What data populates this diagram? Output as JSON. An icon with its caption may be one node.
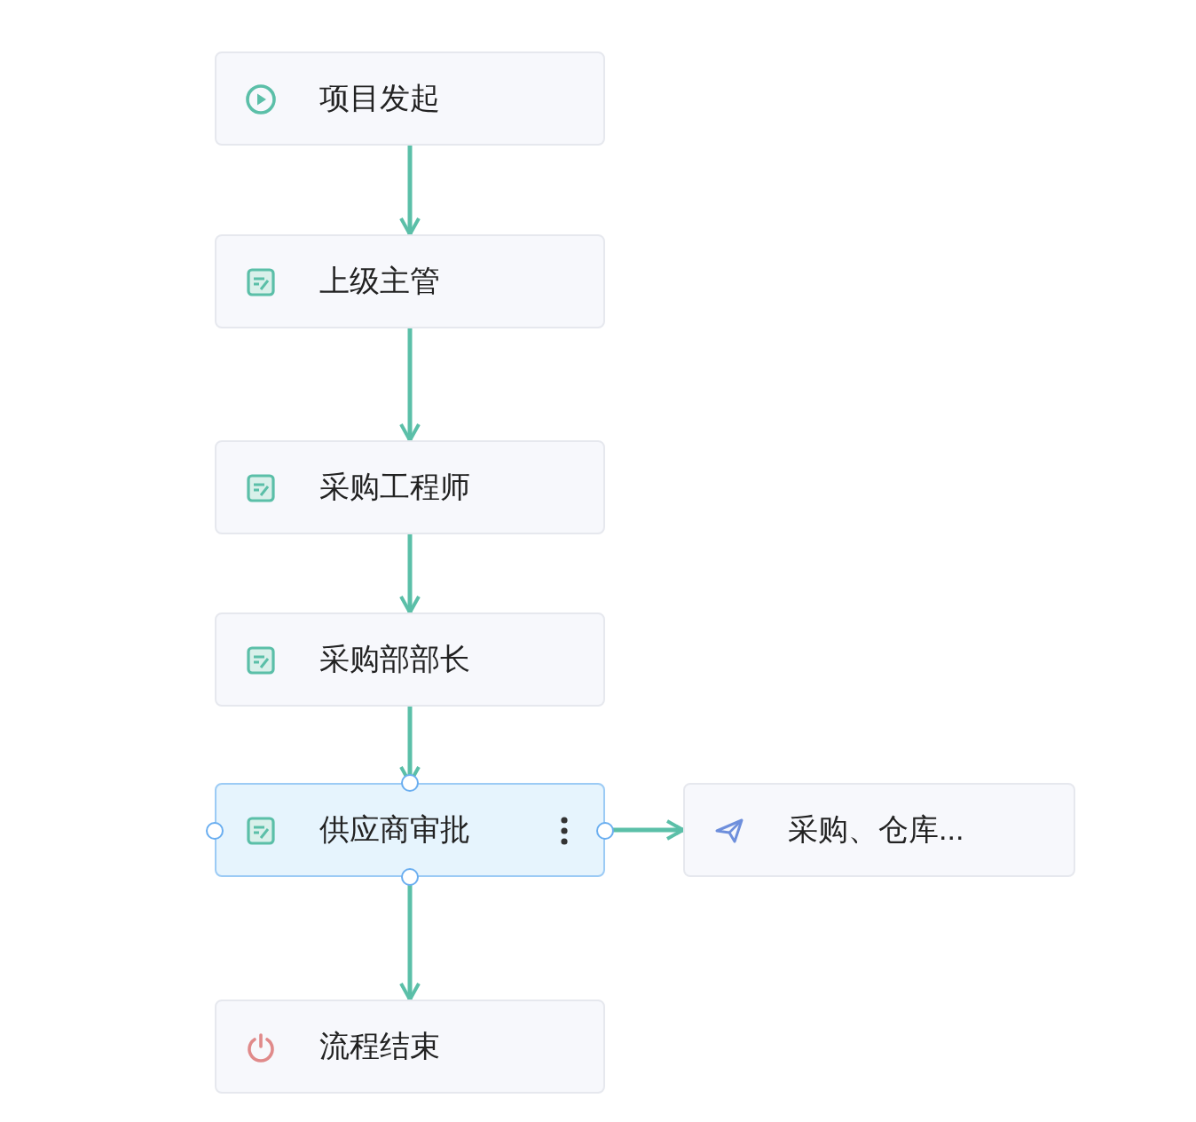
{
  "diagram": {
    "nodes": [
      {
        "text": [
          "项目发起"
        ]
      },
      {
        "text": [
          "上级主管"
        ]
      },
      {
        "text": [
          "采购工程师"
        ]
      },
      {
        "text": [
          "采购部部长"
        ]
      },
      {
        "text": [
          "供应商审批"
        ]
      },
      {
        "text": [
          "采购、仓库..."
        ]
      },
      {
        "text": [
          "流程结束"
        ]
      }
    ],
    "edges": [
      {
        "from": 0,
        "to": 1,
        "arrow": "to"
      },
      {
        "from": 1,
        "to": 2,
        "arrow": "to"
      },
      {
        "from": 2,
        "to": 3,
        "arrow": "to"
      },
      {
        "from": 3,
        "to": 4,
        "arrow": "to"
      },
      {
        "from": 4,
        "to": 5,
        "arrow": "to"
      },
      {
        "from": 4,
        "to": 6,
        "arrow": "to"
      }
    ]
  }
}
